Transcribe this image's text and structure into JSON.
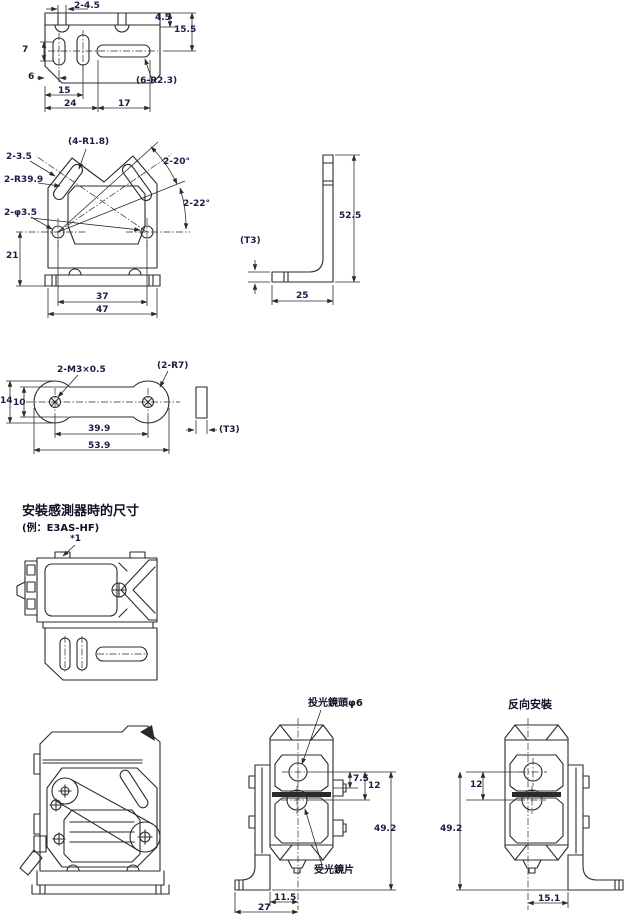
{
  "page": {
    "background": "#ffffff",
    "line_color": "#2b2b2b",
    "text_color": "#1b1b46"
  },
  "section_heading": {
    "title": "安裝感測器時的尺寸",
    "example": "(例：E3AS-HF)",
    "footnote": "*1"
  },
  "plate_top_view": {
    "dim_slot": "2-4.5",
    "dim_4_5": "4.5",
    "dim_15_5": "15.5",
    "dim_7": "7",
    "dim_6": "6",
    "note_radius": "(6-R2.3)",
    "dim_15": "15",
    "dim_24": "24",
    "dim_17": "17"
  },
  "bracket_front_view": {
    "note_fillet": "(4-R1.8)",
    "dim_slot": "2-3.5",
    "note_arc": "2-R39.9",
    "dim_holes": "2-φ3.5",
    "dim_angle_upper": "2-20°",
    "dim_angle_lower": "2-22°",
    "dim_21": "21",
    "dim_37": "37",
    "dim_47": "47"
  },
  "bracket_side_view": {
    "dim_thickness": "(T3)",
    "dim_52_5": "52.5",
    "dim_25": "25"
  },
  "arm_top_view": {
    "dim_screws": "2-M3×0.5",
    "note_radius": "(2-R7)",
    "dim_14": "14",
    "dim_10": "10",
    "dim_39_9": "39.9",
    "dim_53_9": "53.9"
  },
  "arm_side_view": {
    "dim_thickness": "(T3)"
  },
  "mounted_front_view": {
    "label_emitter": "投光鏡頭φ6",
    "label_receiver": "受光鏡片",
    "dim_7_5": "7.5",
    "dim_12": "12",
    "dim_49_2": "49.2",
    "dim_11_5": "11.5",
    "dim_27": "27"
  },
  "mounted_reverse_view": {
    "title": "反向安裝",
    "dim_12": "12",
    "dim_49_2": "49.2",
    "dim_15_1": "15.1"
  }
}
